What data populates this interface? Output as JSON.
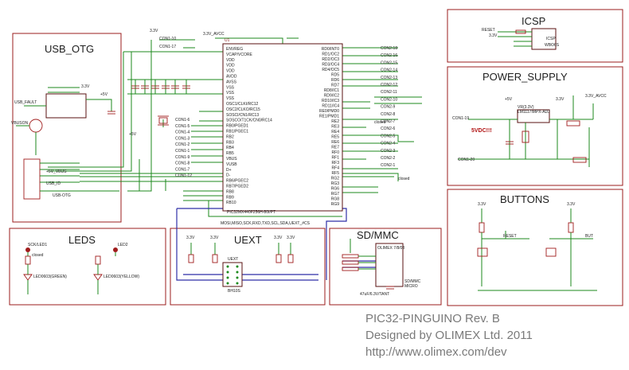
{
  "sections": {
    "usb_otg": "USB_OTG",
    "icsp": "ICSP",
    "power_supply": "POWER_SUPPLY",
    "buttons": "BUTTONS",
    "leds": "LEDS",
    "uext": "UEXT",
    "sd_mmc": "SD/MMC"
  },
  "footer": {
    "line1": "PIC32-PINGUINO Rev. B",
    "line2": "Designed by OLIMEX Ltd. 2011",
    "line3": "http://www.olimex.com/dev"
  },
  "labels": {
    "mcu_name": "U1",
    "mcu_part": "PIC32MX440F256H-80I/PT",
    "vreg": "VR(3.3V)",
    "vreg_part": "LM1117IMPX-ADJ",
    "power_warning": "5VDC!!!",
    "uext_header": "UEXT",
    "uext_part": "BH10S",
    "sd_part": "SD/MMC",
    "sd_sub": "MICRO",
    "usb_fault": "USB_FAULT",
    "vbuson": "VBUSON",
    "usb_vbus": "+5V_VBUS",
    "usb_id": "USB_ID",
    "usb_con": "USB-OTG",
    "led1": "LED1",
    "led2": "LED2",
    "led1_desc": "LED0603(GREEN)",
    "led2_desc": "LED0603(YELLOW)",
    "sck_led1": "SCK/LED1",
    "reset": "RESET",
    "but": "BUT",
    "avcc": "3.3V_AVCC",
    "v33": "3.3V",
    "v5": "+5V",
    "con_ext": "CON1-19",
    "con_ext2": "CON1-20",
    "closed": "closed",
    "pic_bus": "MOSI,MISO,SCK,RXD,TXD,SCL,SDA,UEXT_#CS",
    "rdi": "RD/I",
    "mmc_part": "OLIMEX 7/8/03",
    "icsp_part": "ICSP",
    "icsp_pins": "WBO6S",
    "cap_note": "47uF/6.3V/TANT"
  },
  "nets_left": [
    "CON1-10",
    "CON1-17",
    "CON1-6",
    "CON1-5",
    "CON1-4",
    "CON1-3",
    "CON1-2",
    "CON1-1",
    "CON1-9",
    "CON1-8",
    "CON1-7",
    "CON1-12"
  ],
  "nets_right": [
    "CON2-18",
    "CON2-16",
    "CON2-15",
    "CON2-14",
    "CON2-13",
    "CON2-12",
    "CON2-11",
    "CON2-10",
    "CON2-9",
    "CON2-8",
    "CON2-7",
    "CON2-6",
    "CON2-5",
    "CON2-4",
    "CON2-3",
    "CON2-2",
    "CON2-1"
  ],
  "mcu_pins_left": [
    "ENVREG",
    "VCAP/VCORE",
    "VDD",
    "VDD",
    "VDD",
    "AVDD",
    "AVSS",
    "VSS",
    "VSS",
    "VSS",
    "OSC1/CLKI/RC12",
    "OSC2/CLKO/RC15",
    "SOSCI/CN1/RC13",
    "SOSCO/T1CK/CN0/RC14",
    "RB0/PGED1",
    "RB1/PGEC1",
    "RB2",
    "RB3",
    "RB4",
    "RB5",
    "VBUS",
    "VUSB",
    "D+",
    "D-",
    "RB6/PGEC2",
    "RB7/PGED2",
    "RB8",
    "RB9",
    "RB10"
  ],
  "mcu_pins_right": [
    "RD0/INT0",
    "RD1/OC2",
    "RD2/OC3",
    "RD3/OC4",
    "RD4/OC5",
    "RD5",
    "RD6",
    "RD7",
    "RD8/IC1",
    "RD9/IC2",
    "RD10/IC3",
    "RD11/IC4",
    "RE0/PMD0",
    "RE1/PMD1",
    "RE2",
    "RE3",
    "RE4",
    "RE5",
    "RE6",
    "RE7",
    "RF0",
    "RF1",
    "RF3",
    "RF4",
    "RF5",
    "RG2",
    "RG3",
    "RG6",
    "RG7",
    "RG8",
    "RG9"
  ]
}
